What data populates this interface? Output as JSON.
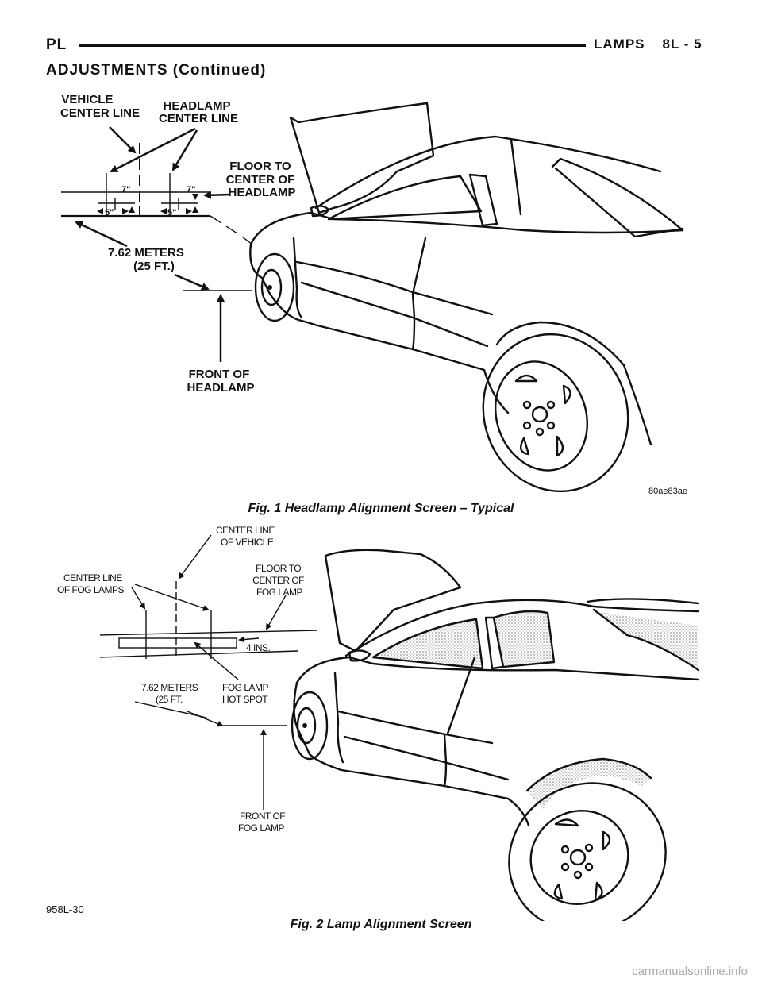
{
  "header": {
    "left": "PL",
    "section": "LAMPS",
    "page": "8L - 5"
  },
  "section_title": "ADJUSTMENTS (Continued)",
  "figure1": {
    "labels": {
      "vehicle_center": [
        "VEHICLE",
        "CENTER LINE"
      ],
      "headlamp_center": [
        "HEADLAMP",
        "CENTER LINE"
      ],
      "floor_to_center": [
        "FLOOR TO",
        "CENTER OF",
        "HEADLAMP"
      ],
      "distance": [
        "7.62 METERS",
        "(25 FT.)"
      ],
      "front_of": [
        "FRONT OF",
        "HEADLAMP"
      ],
      "dim_7": "7\"",
      "dim_5": "5\""
    },
    "code": "80ae83ae",
    "caption": "Fig. 1 Headlamp Alignment Screen – Typical"
  },
  "figure2": {
    "labels": {
      "center_line_vehicle": [
        "CENTER LINE",
        "OF VEHICLE"
      ],
      "center_line_fog": [
        "CENTER LINE",
        "OF FOG LAMPS"
      ],
      "floor_to_fog": [
        "FLOOR TO",
        "CENTER OF",
        "FOG LAMP"
      ],
      "four_ins": "4 INS.",
      "distance": [
        "7.62 METERS",
        "(25 FT."
      ],
      "hot_spot": [
        "FOG LAMP",
        "HOT SPOT"
      ],
      "front_of": [
        "FRONT OF",
        "FOG LAMP"
      ]
    },
    "code": "958L-30",
    "caption": "Fig. 2 Lamp Alignment Screen"
  },
  "watermark": "carmanualsonline.info"
}
